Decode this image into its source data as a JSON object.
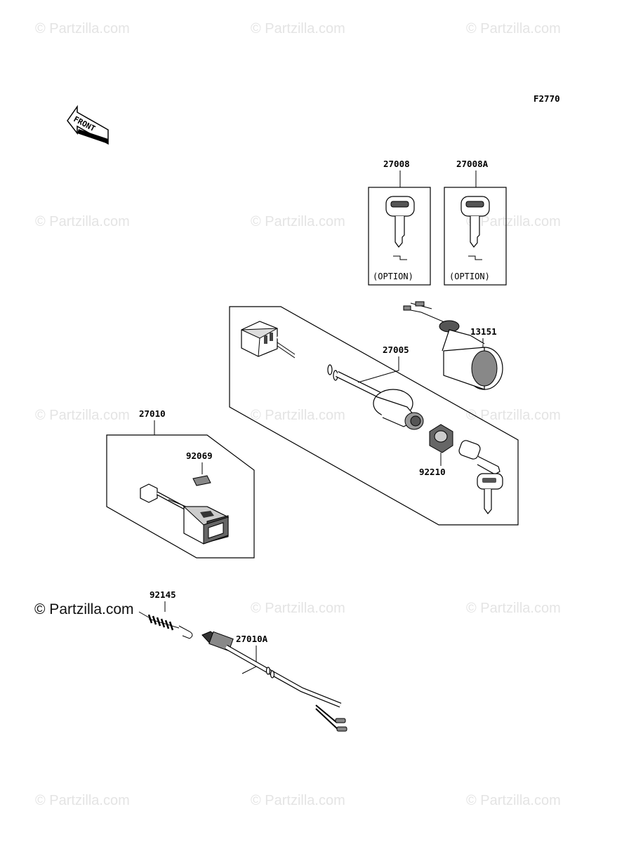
{
  "figure_code": "F2770",
  "front_label": "FRONT",
  "watermark": "© Partzilla.com",
  "parts": {
    "key_27008": "27008",
    "key_27008A": "27008A",
    "option_label": "(OPTION)",
    "part_13151": "13151",
    "part_27005": "27005",
    "part_92210": "92210",
    "part_27010": "27010",
    "part_92069": "92069",
    "part_92145": "92145",
    "part_27010A": "27010A"
  }
}
